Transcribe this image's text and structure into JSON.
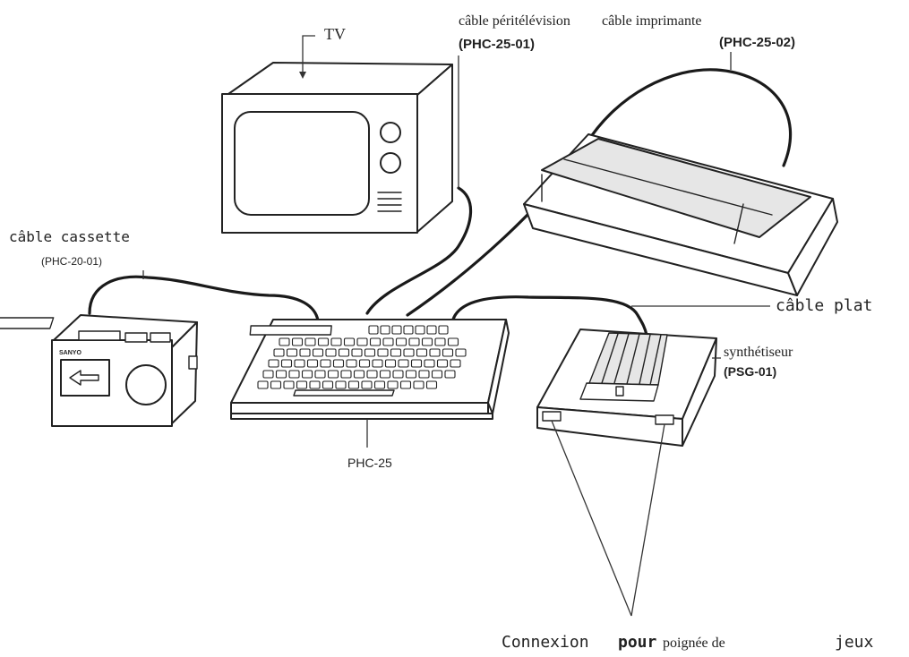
{
  "labels": {
    "tv": "TV",
    "tv_cable": "câble péritélévision",
    "tv_cable_code": "(PHC-25-01)",
    "printer_cable": "câble imprimante",
    "printer_cable_code": "(PHC-25-02)",
    "cassette_cable": "câble cassette",
    "cassette_cable_code": "(PHC-20-01)",
    "flat_cable": "câble plat",
    "synth": "synthétiseur",
    "synth_code": "(PSG-01)",
    "computer": "PHC-25",
    "joystick_conn_1": "Connexion",
    "joystick_conn_2": "pour",
    "joystick_conn_3": "poignée de",
    "joystick_conn_4": "jeux",
    "cassette_brand": "SANYO"
  }
}
